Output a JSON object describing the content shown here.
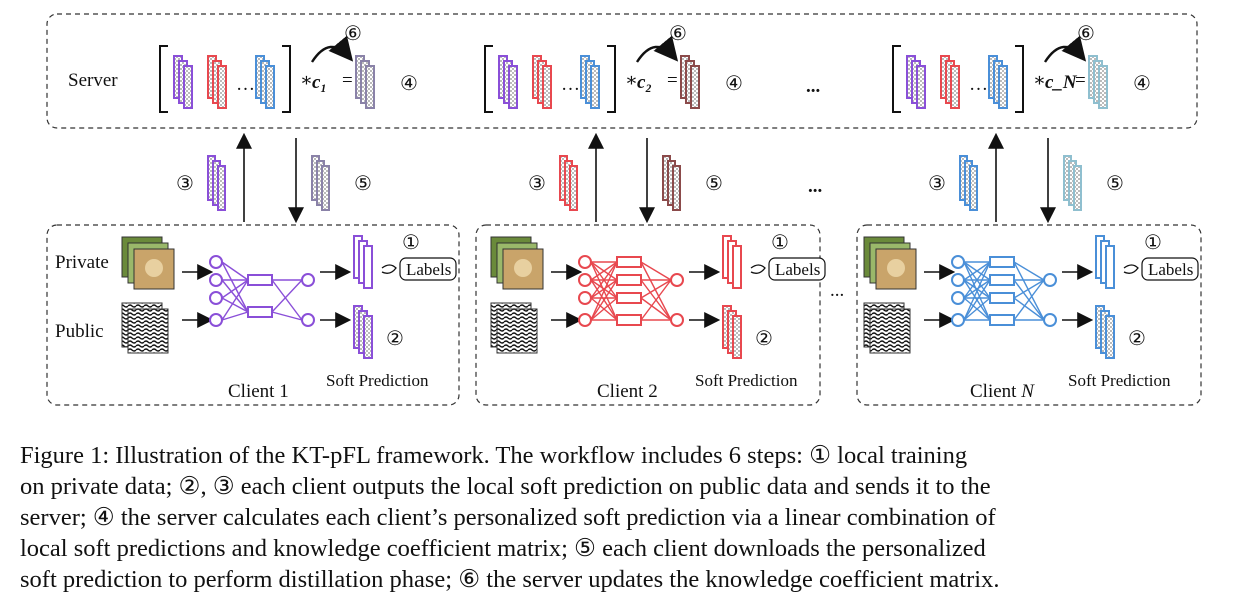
{
  "server": {
    "label": "Server",
    "step4": "④",
    "step6": "⑥",
    "coefs": [
      "c₁",
      "c₂",
      "c_N"
    ],
    "ellipsis": "...",
    "dots": "…"
  },
  "transfer": {
    "step3": "③",
    "step5": "⑤",
    "ellipsis": "..."
  },
  "clients": [
    {
      "title": "Client 1",
      "private_label": "Private",
      "public_label": "Public",
      "labels_box": "Labels",
      "soft_pred": "Soft Prediction",
      "step1": "①",
      "step2": "②"
    },
    {
      "title": "Client 2",
      "labels_box": "Labels",
      "soft_pred": "Soft Prediction",
      "step1": "①",
      "step2": "②"
    },
    {
      "title": "Client N",
      "labels_box": "Labels",
      "soft_pred": "Soft Prediction",
      "step1": "①",
      "step2": "②"
    }
  ],
  "client_ellipsis": "...",
  "colors": {
    "purple": "#8a4fd8",
    "red": "#e8484f",
    "blue": "#4a8fd8",
    "brown": "#8b4a4a",
    "lavender": "#8a82a8",
    "teal": "#8fbfcf"
  },
  "caption": {
    "line1": "Figure 1: Illustration of the KT-pFL framework. The workflow includes 6 steps: ① local training",
    "line2": "on private data; ②, ③ each client outputs the local soft prediction on public data and sends it to the",
    "line3": "server; ④ the server calculates each client’s personalized soft prediction via a linear combination of",
    "line4": "local soft predictions and knowledge coefficient matrix; ⑤ each client downloads the personalized",
    "line5": "soft prediction to perform distillation phase; ⑥ the server updates the knowledge coefficient matrix."
  }
}
